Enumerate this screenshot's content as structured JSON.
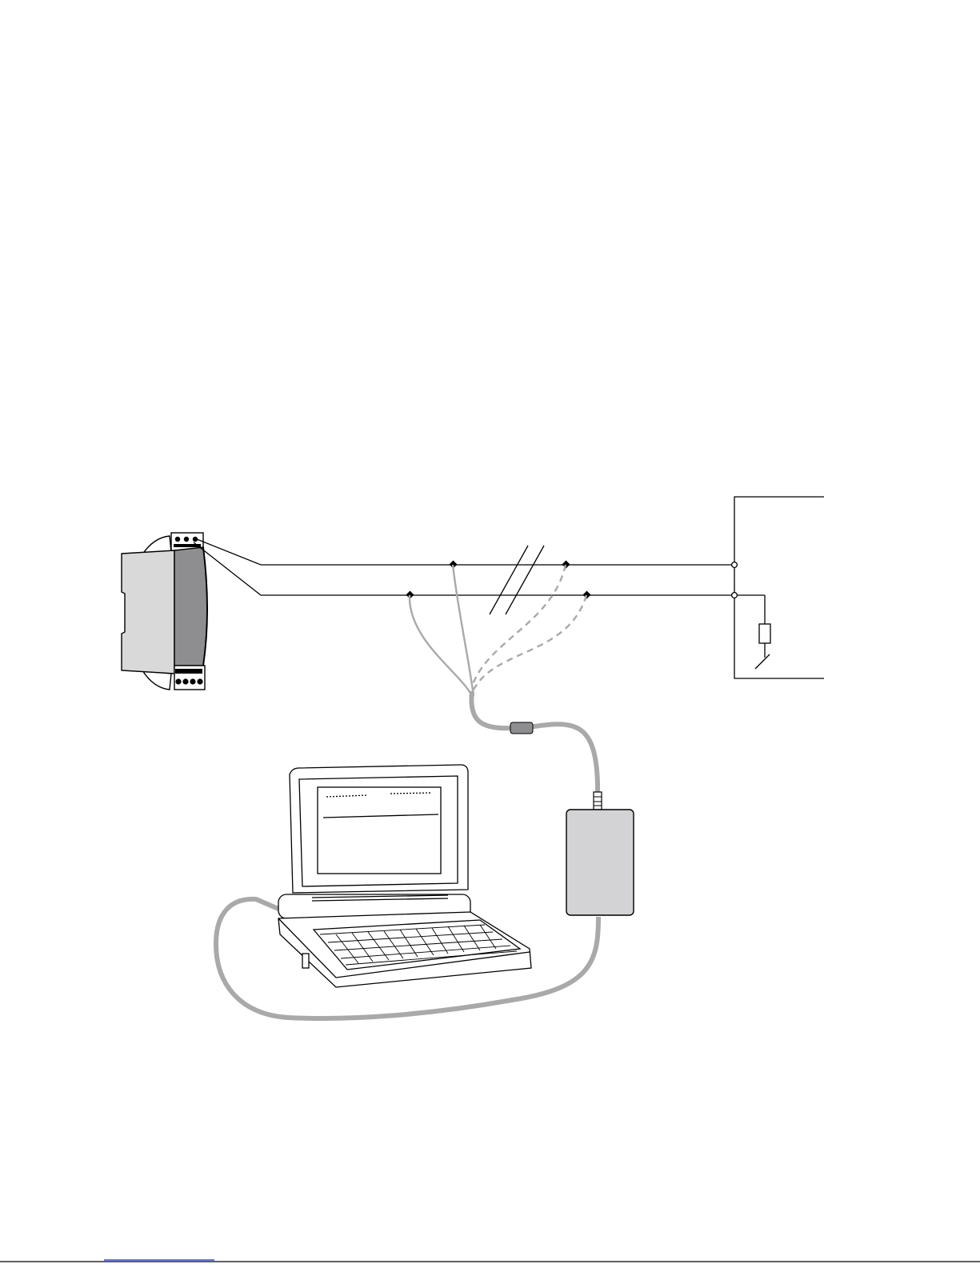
{
  "diagram": {
    "components": [
      {
        "name": "din-rail-transmitter",
        "kind": "device"
      },
      {
        "name": "field-loop",
        "kind": "two-wire loop"
      },
      {
        "name": "communicator-clips",
        "kind": "test leads"
      },
      {
        "name": "interface-box",
        "kind": "modem"
      },
      {
        "name": "laptop-computer",
        "kind": "computer"
      },
      {
        "name": "load-resistor-with-switch",
        "kind": "loop device"
      }
    ],
    "colors": {
      "line": "#000000",
      "cable": "#a9a9aa",
      "device_light": "#d9d9da",
      "device_dark": "#8e8e90",
      "box": "#d3d3d5",
      "link_accent": "#2b4fd6"
    }
  }
}
